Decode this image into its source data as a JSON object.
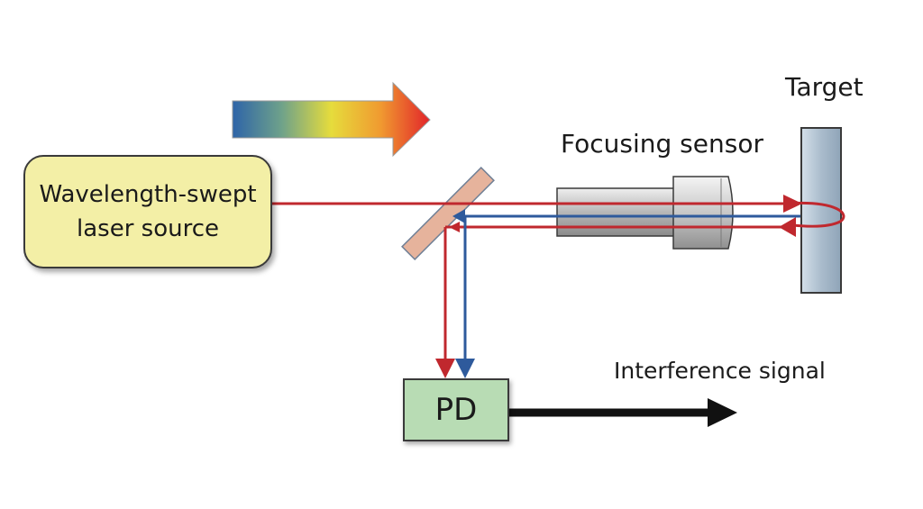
{
  "labels": {
    "target": "Target",
    "focusing_sensor": "Focusing sensor",
    "laser_line1": "Wavelength-swept",
    "laser_line2": "laser source",
    "pd": "PD",
    "interference": "Interference signal"
  },
  "colors": {
    "laser_box_fill": "#f3efa6",
    "pd_box_fill": "#b8dcb4",
    "red_beam": "#c0282e",
    "blue_beam": "#2e5a9c",
    "mirror_fill": "#e6b39c",
    "target_fill": "#b4c6d6",
    "gradient_arrow": [
      "#2e64a8",
      "#e6dc3c",
      "#e2242a"
    ]
  }
}
